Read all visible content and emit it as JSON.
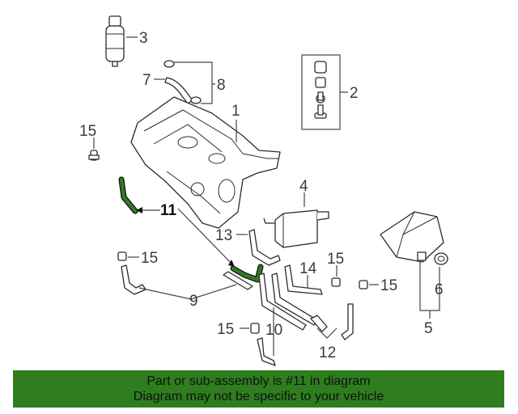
{
  "callouts": {
    "c1": "1",
    "c2": "2",
    "c3": "3",
    "c4": "4",
    "c5": "5",
    "c6": "6",
    "c7": "7",
    "c8": "8",
    "c9": "9",
    "c10": "10",
    "c11": "11",
    "c12": "12",
    "c13": "13",
    "c14": "14",
    "c15": "15"
  },
  "highlight": {
    "part": "11",
    "color": "#2e7d1e",
    "outline_color": "#111111"
  },
  "banner": {
    "line1": "Part or sub-assembly is #11 in diagram",
    "line2": "Diagram may not be specific to your vehicle",
    "background": "#2e7d1e"
  }
}
